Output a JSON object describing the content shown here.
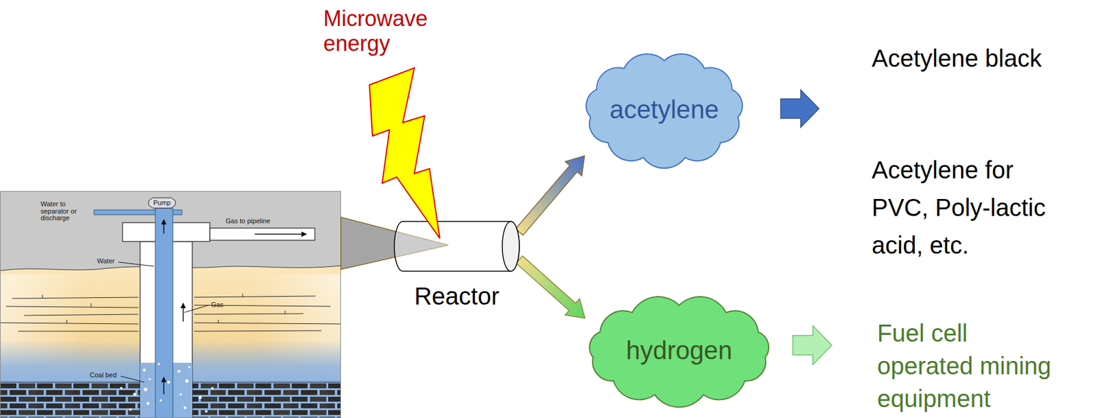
{
  "diagram": {
    "nodes": [
      {
        "text": [
          "Reactor"
        ]
      },
      {
        "text": [
          "acetylene"
        ]
      },
      {
        "text": [
          "hydrogen"
        ]
      }
    ],
    "edges": [
      {
        "from": 0,
        "to": 1,
        "arrow": "to"
      },
      {
        "from": 0,
        "to": 2,
        "arrow": "to"
      }
    ],
    "labels": [
      "Microwave energy",
      "Acetylene black",
      "Acetylene for PVC, Poly-lactic acid, etc.",
      "Fuel cell operated mining equipment",
      "Water to separator or discharge",
      "Pump",
      "Gas to pipeline",
      "Water",
      "Gas",
      "Coal bed"
    ]
  }
}
